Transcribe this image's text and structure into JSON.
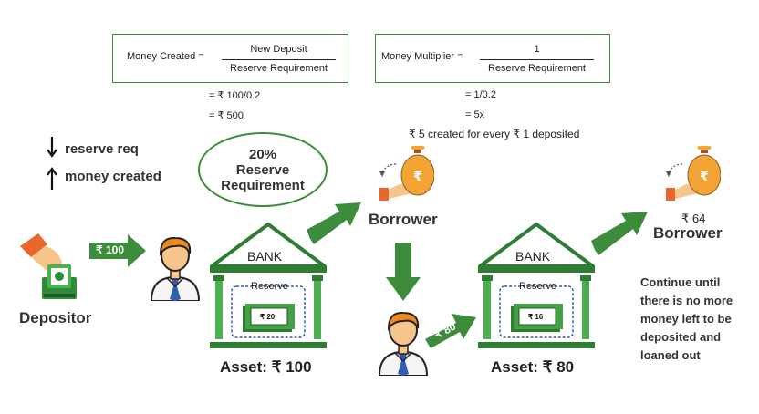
{
  "formula1": {
    "label": "Money Created =",
    "numerator": "New Deposit",
    "denominator": "Reserve Requirement",
    "steps": [
      "= ₹ 100/0.2",
      "= ₹ 500"
    ]
  },
  "formula2": {
    "label": "Money Multiplier =",
    "numerator": "1",
    "denominator": "Reserve Requirement",
    "steps": [
      "= 1/0.2",
      "= 5x"
    ],
    "note": "₹ 5 created for every ₹ 1 deposited"
  },
  "legend": {
    "down_label": "reserve req",
    "up_label": "money created"
  },
  "reserve_oval": {
    "line1": "20%",
    "line2": "Reserve",
    "line3": "Requirement"
  },
  "depositor": {
    "label": "Depositor"
  },
  "flow": {
    "deposit1": "₹ 100",
    "deposit2": "₹ 80"
  },
  "bank1": {
    "name": "BANK",
    "reserve_label": "Reserve",
    "bill": "₹ 20",
    "asset": "Asset: ₹ 100"
  },
  "bank2": {
    "name": "BANK",
    "reserve_label": "Reserve",
    "bill": "₹ 16",
    "asset": "Asset: ₹ 80"
  },
  "borrower1": {
    "label": "Borrower"
  },
  "borrower2": {
    "amount": "₹ 64",
    "label": "Borrower"
  },
  "note": {
    "text": "Continue until there is no more money left to be deposited and loaned out"
  },
  "colors": {
    "green": "#3c8c3c",
    "bank_green": "#2e7d32",
    "skin": "#f6c58c",
    "hair": "#f18a1c",
    "orange": "#e9662c"
  }
}
